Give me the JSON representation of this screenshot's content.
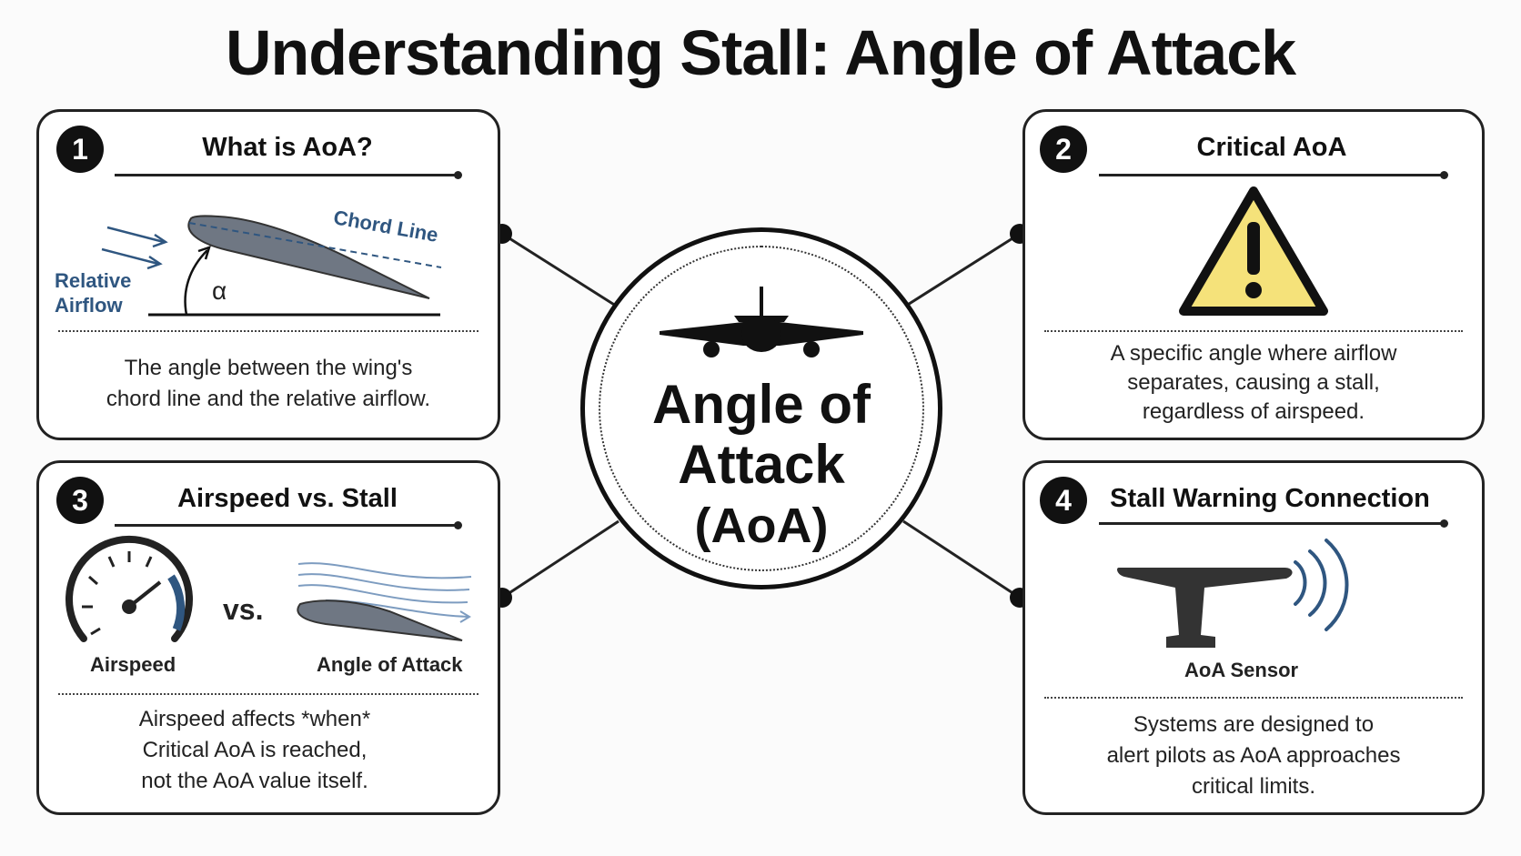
{
  "title": "Understanding Stall: Angle of Attack",
  "center": {
    "line1": "Angle of",
    "line2": "Attack",
    "line3": "(AoA)"
  },
  "panels": [
    {
      "number": "1",
      "title": "What is AoA?",
      "labels": {
        "chord_line": "Chord Line",
        "relative_airflow_1": "Relative",
        "relative_airflow_2": "Airflow",
        "alpha": "α"
      },
      "desc": [
        "The angle between the wing's",
        "chord line and the relative airflow."
      ]
    },
    {
      "number": "2",
      "title": "Critical AoA",
      "desc": [
        "A specific angle where airflow",
        "separates, causing a stall,",
        "regardless of airspeed."
      ]
    },
    {
      "number": "3",
      "title": "Airspeed vs. Stall",
      "labels": {
        "airspeed": "Airspeed",
        "vs": "vs.",
        "aoa": "Angle of Attack"
      },
      "desc": [
        "Airspeed affects *when*",
        "Critical AoA is reached,",
        "not the AoA value itself."
      ]
    },
    {
      "number": "4",
      "title": "Stall Warning Connection",
      "labels": {
        "sensor": "AoA Sensor"
      },
      "desc": [
        "Systems are designed to",
        "alert pilots as AoA approaches",
        "critical limits."
      ]
    }
  ],
  "colors": {
    "accent_blue": "#2f5680",
    "warning_yellow": "#f5e27a",
    "airfoil_gray": "#6f7783"
  }
}
